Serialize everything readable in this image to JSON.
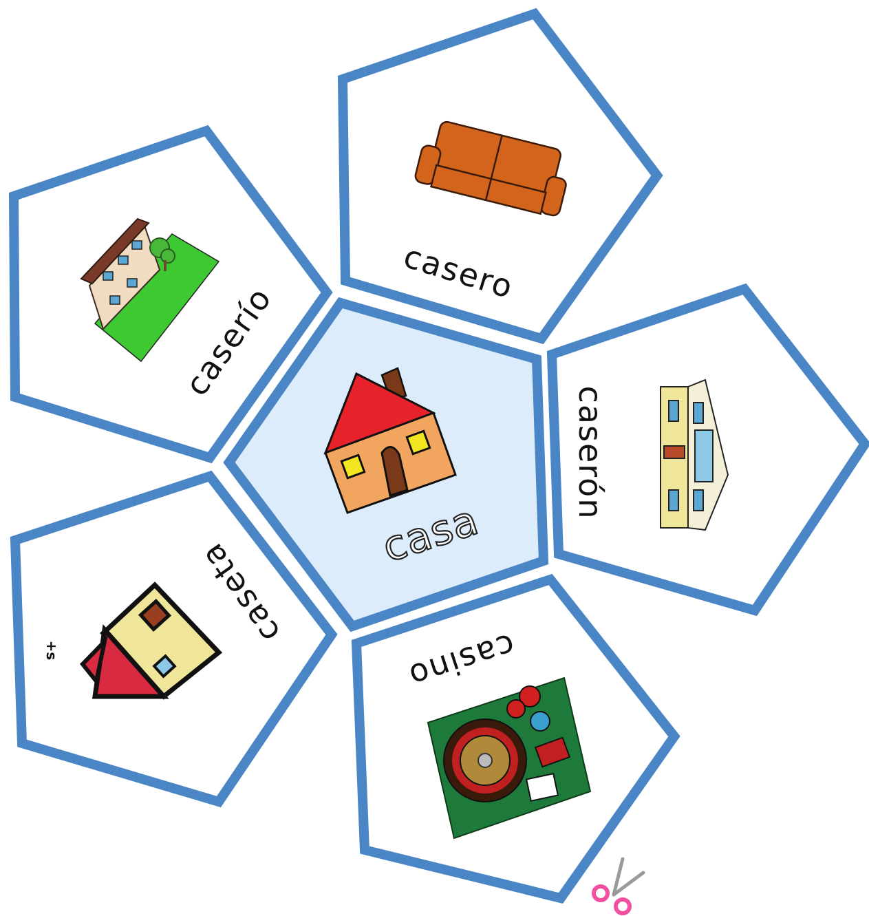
{
  "center_tile": {
    "word": "casa",
    "fill": "#dcecfb",
    "border": "#4a86c5"
  },
  "tiles": [
    {
      "id": "caserio",
      "word": "caserío"
    },
    {
      "id": "casero",
      "word": "casero"
    },
    {
      "id": "caseron",
      "word": "caserón"
    },
    {
      "id": "casino",
      "word": "casino"
    },
    {
      "id": "caseta",
      "word": "caseta",
      "pictogram_label": "+s"
    }
  ],
  "colors": {
    "tile_border": "#4a86c5",
    "tile_fill": "#ffffff",
    "scissors": "#f24fa0"
  }
}
